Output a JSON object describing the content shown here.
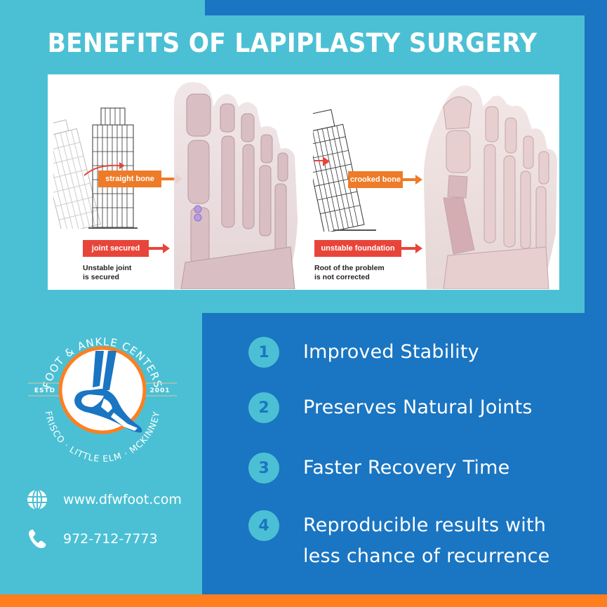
{
  "title": "BENEFITS OF LAPIPLASTY SURGERY",
  "colors": {
    "cyan": "#4BC0D4",
    "dark_blue": "#1A75C2",
    "orange": "#FF7F1F",
    "label_orange": "#EE7B27",
    "label_red": "#E8453A"
  },
  "figure": {
    "left_panel": {
      "top_label": "straight bone",
      "bottom_label": "joint secured",
      "caption_line1": "Unstable joint",
      "caption_line2": "is secured"
    },
    "right_panel": {
      "top_label": "crooked bone",
      "bottom_label": "unstable foundation",
      "caption_line1": "Root of the problem",
      "caption_line2": "is not corrected"
    }
  },
  "logo": {
    "name_arc": "FOOT & ANKLE CENTERS",
    "estd_label": "ESTD",
    "estd_year": "2001",
    "locations_arc": "FRISCO · LITTLE ELM · MCKINNEY"
  },
  "contact": {
    "website": "www.dfwfoot.com",
    "phone": "972-712-7773",
    "website_icon": "globe-icon",
    "phone_icon": "phone-icon"
  },
  "benefits": [
    {
      "number": "1",
      "text_line1": "Improved Stability",
      "text_line2": ""
    },
    {
      "number": "2",
      "text_line1": "Preserves Natural Joints",
      "text_line2": ""
    },
    {
      "number": "3",
      "text_line1": "Faster Recovery Time",
      "text_line2": ""
    },
    {
      "number": "4",
      "text_line1": "Reproducible results with",
      "text_line2": "less chance of recurrence"
    }
  ]
}
